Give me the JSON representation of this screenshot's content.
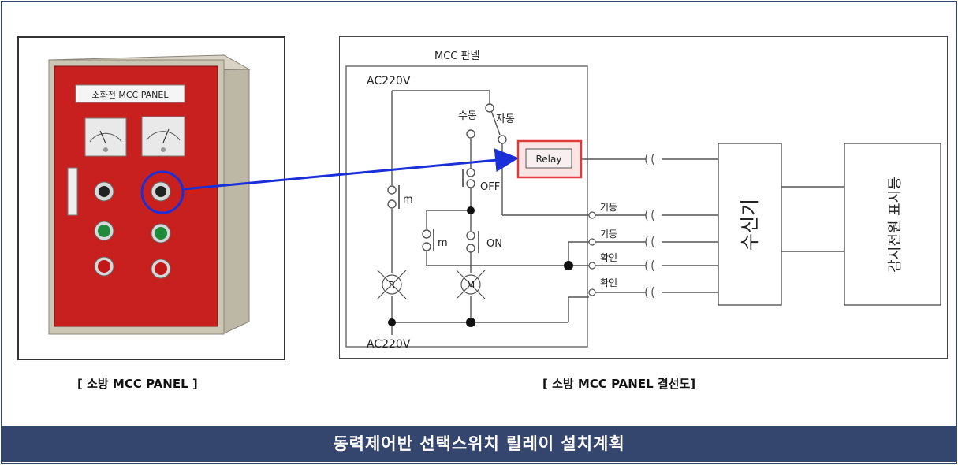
{
  "panel_photo": {
    "nameplate": "소화전 MCC PANEL"
  },
  "diagram": {
    "panel_title": "MCC 판넬",
    "supply_top": "AC220V",
    "supply_bottom": "AC220V",
    "switch_manual": "수동",
    "switch_auto": "자동",
    "relay_label": "Relay",
    "off_label": "OFF",
    "on_label": "ON",
    "contact_m1": "m",
    "contact_m2": "m",
    "lamp_r": "R",
    "lamp_m": "M",
    "signal_labels": [
      "기동",
      "기동",
      "확인",
      "확인"
    ],
    "receiver": "수신기",
    "monitor": "감시전원 표시등"
  },
  "captions": {
    "left": "[ 소방 MCC PANEL ]",
    "right": "[ 소방 MCC PANEL 결선도]"
  },
  "banner": "동력제어반 선택스위치 릴레이 설치계획",
  "colors": {
    "banner_bg": "#34456e",
    "panel_red": "#c8201e",
    "relay_highlight": "#e03a3a",
    "arrow_blue": "#1a2fd8"
  }
}
